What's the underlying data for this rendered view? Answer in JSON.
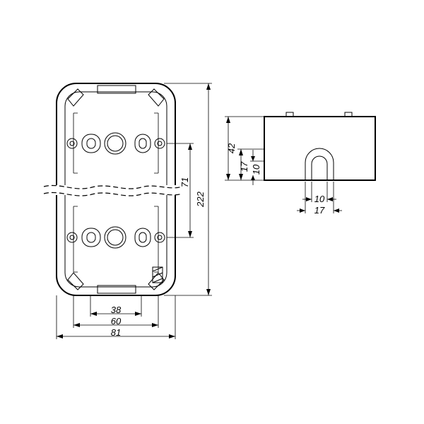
{
  "front_view": {
    "dimensions": {
      "height_total": "222",
      "fixing_spacing": "71",
      "width_total": "81",
      "width_inner": "60",
      "width_recess": "38"
    }
  },
  "side_view": {
    "dimensions": {
      "height_total": "42",
      "entry_height": "17",
      "entry_depth": "10",
      "slot_width": "10",
      "slot_outer": "17"
    }
  }
}
